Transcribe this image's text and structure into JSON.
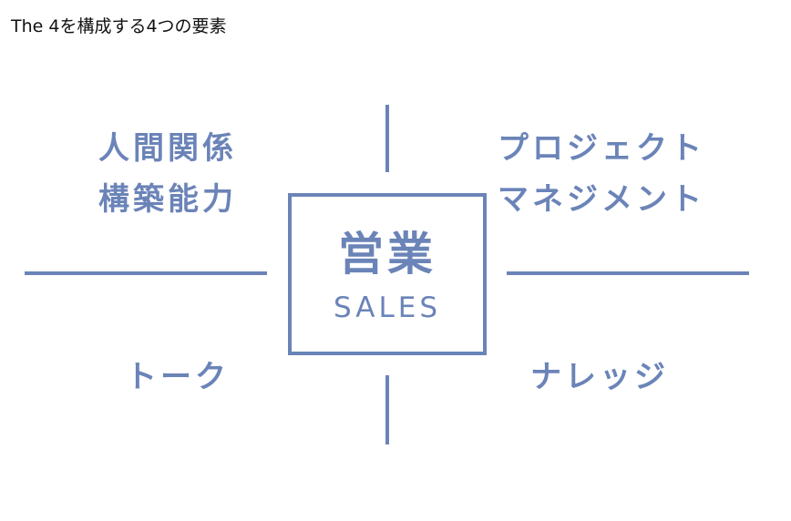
{
  "page": {
    "title": "The 4を構成する4つの要素"
  },
  "colors": {
    "accent": "#6b84b8",
    "title_text": "#111111",
    "background": "#ffffff"
  },
  "diagram": {
    "center": {
      "main": "営業",
      "sub": "SALES"
    },
    "elements": {
      "top_left": [
        "人間関係",
        "構築能力"
      ],
      "top_right": [
        "プロジェクト",
        "マネジメント"
      ],
      "bottom_left": [
        "トーク"
      ],
      "bottom_right": [
        "ナレッジ"
      ]
    }
  }
}
